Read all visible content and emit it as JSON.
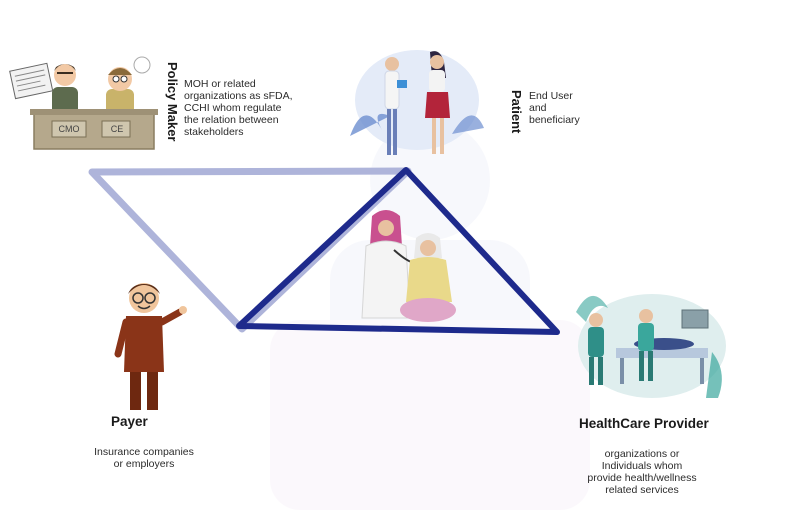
{
  "policy_maker": {
    "title": "Policy Maker",
    "desc": "MOH or related\norganizations as sFDA,\nCCHI whom regulate\nthe relation between\nstakeholders",
    "plaques": [
      "CMO",
      "CE"
    ]
  },
  "patient": {
    "title": "Patient",
    "desc": "End User\nand\nbeneficiary"
  },
  "payer": {
    "title": "Payer",
    "desc": "Insurance companies\nor employers"
  },
  "provider": {
    "title": "HealthCare Provider",
    "desc": "organizations or\nIndividuals whom\nprovide health/wellness\nrelated services"
  },
  "colors": {
    "triangle_light": "#aeb4da",
    "triangle_dark": "#1e2a8c",
    "teal": "#3aa79c",
    "accent_red": "#b3243a",
    "hijab": "#c9508f"
  }
}
